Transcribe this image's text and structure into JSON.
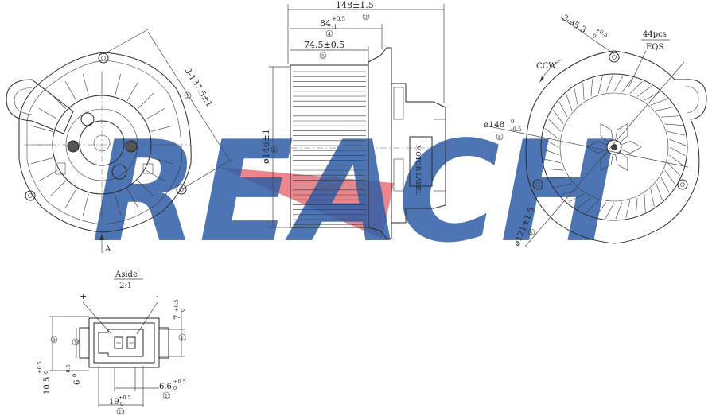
{
  "watermark": {
    "text": "REACH",
    "color": "#2f5ea8",
    "accent": "#d9232e"
  },
  "side_view": {
    "dims": {
      "overall": "148±1.5",
      "mid_main": "84",
      "mid_tol": "-1",
      "mid_tol_up": "+0.5",
      "wheel": "74.5±0.5",
      "diameter": "ø146±1"
    },
    "bubbles": [
      "3",
      "4",
      "5",
      "6"
    ],
    "label": "MOTOR LABEL"
  },
  "front_view": {
    "dims": {
      "bolt_circle": "3-137.5±1"
    },
    "bubbles": [
      "1"
    ],
    "arrow_label": "A"
  },
  "rear_view": {
    "dims": {
      "holes": "3-ø5.3",
      "holes_tol": "+0.5",
      "holes_tol_low": "0",
      "fan_dia": "ø148",
      "fan_tol_up": "0",
      "fan_tol_low": "-0.5",
      "hub_dia": "ø121±1.5"
    },
    "pcs": "44pcs",
    "eqs": "EQS",
    "rotation": "CCW",
    "bubbles": [
      "8",
      "2"
    ]
  },
  "connector_view": {
    "title": "Aside",
    "scale": "2:1",
    "plus": "+",
    "minus": "-",
    "dims": {
      "height": "10.5",
      "height_tol_up": "+0.5",
      "height_tol_low": "0",
      "inner": "6",
      "inner_tol_up": "+0.5",
      "inner_tol_low": "0",
      "right": "7",
      "right_tol_up": "+0.5",
      "right_tol_low": "0",
      "pin": "6.6",
      "pin_tol_up": "+0.5",
      "pin_tol_low": "0",
      "width": "19",
      "width_tol_up": "+0.5",
      "width_tol_low": "0"
    },
    "bubbles": [
      "9",
      "10",
      "11",
      "12",
      "13"
    ]
  }
}
